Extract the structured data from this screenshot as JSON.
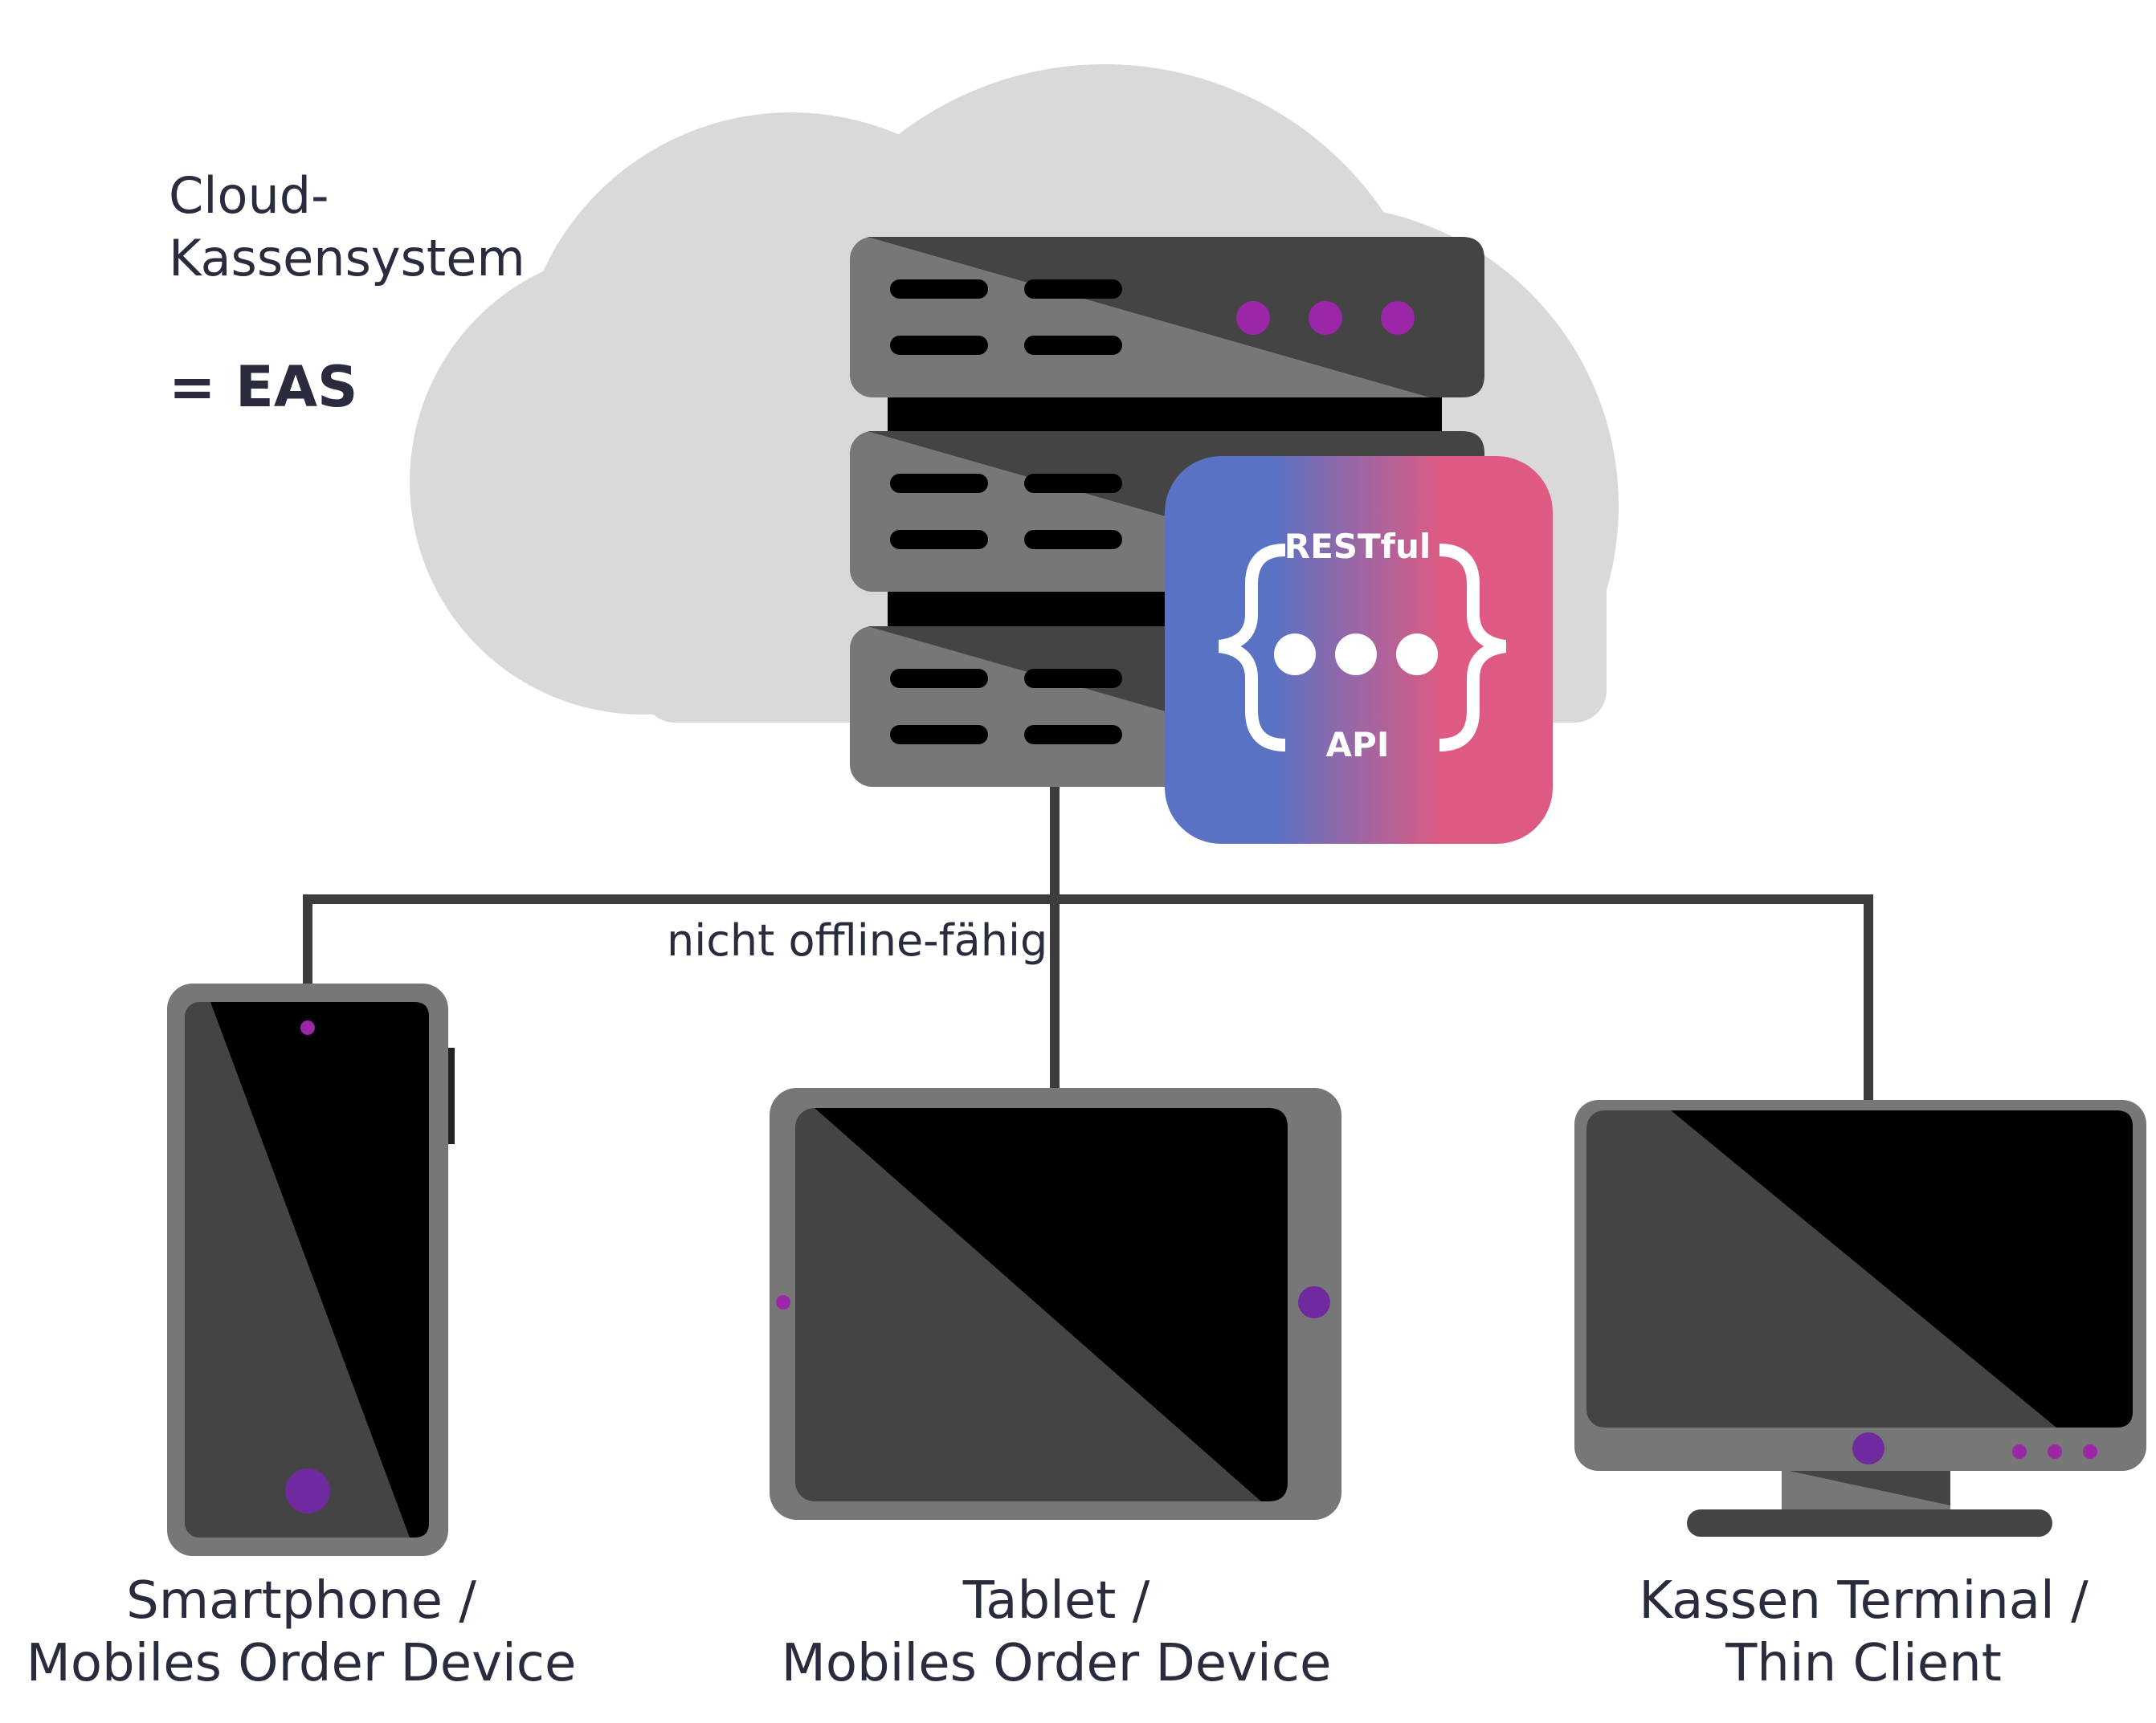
{
  "cloud": {
    "title_line1": "Cloud-",
    "title_line2": "Kassensystem",
    "eas_label": "= EAS"
  },
  "api_badge": {
    "top_label": "RESTful",
    "bottom_label": "API",
    "gradient_start": "#5a72c4",
    "gradient_end": "#df5a82"
  },
  "connection_note": "nicht offline-fähig",
  "devices": [
    {
      "line1": "Smartphone /",
      "line2": "Mobiles Order Device",
      "icon": "smartphone-icon"
    },
    {
      "line1": "Tablet /",
      "line2": "Mobiles Order Device",
      "icon": "tablet-icon"
    },
    {
      "line1": "Kassen Terminal /",
      "line2": "Thin Client",
      "icon": "monitor-icon"
    }
  ],
  "colors": {
    "cloud": "#d9d9da",
    "device_frame": "#777777",
    "device_dark": "#444444",
    "screen": "#000000",
    "accent_dots": "#9b27a8",
    "text": "#2a2b3d",
    "line": "#3c3c3c"
  }
}
